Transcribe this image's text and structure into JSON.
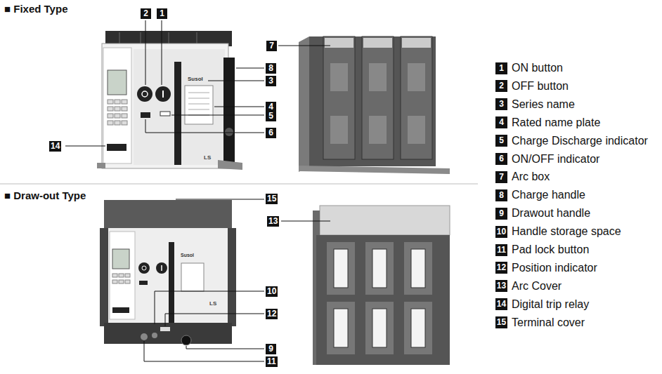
{
  "diagram": {
    "nodes": [
      {
        "text": [
          "2"
        ]
      },
      {
        "text": [
          "1"
        ]
      },
      {
        "text": [
          "7"
        ]
      },
      {
        "text": [
          "8"
        ]
      },
      {
        "text": [
          "3"
        ]
      },
      {
        "text": [
          "4"
        ]
      },
      {
        "text": [
          "5"
        ]
      },
      {
        "text": [
          "6"
        ]
      },
      {
        "text": [
          "14"
        ]
      },
      {
        "text": [
          "15"
        ]
      },
      {
        "text": [
          "13"
        ]
      },
      {
        "text": [
          "10"
        ]
      },
      {
        "text": [
          "12"
        ]
      },
      {
        "text": [
          "9"
        ]
      },
      {
        "text": [
          "11"
        ]
      },
      {
        "text": [
          "1",
          "ON button"
        ]
      },
      {
        "text": [
          "2",
          "OFF button"
        ]
      },
      {
        "text": [
          "3",
          "Series name"
        ]
      },
      {
        "text": [
          "4",
          "Rated name plate"
        ]
      },
      {
        "text": [
          "5",
          "Charge Discharge indicator"
        ]
      },
      {
        "text": [
          "6",
          "ON/OFF indicator"
        ]
      },
      {
        "text": [
          "7",
          "Arc box"
        ]
      },
      {
        "text": [
          "8",
          "Charge handle"
        ]
      },
      {
        "text": [
          "9",
          "Drawout handle"
        ]
      },
      {
        "text": [
          "10",
          "Handle storage space"
        ]
      },
      {
        "text": [
          "11",
          "Pad lock button"
        ]
      },
      {
        "text": [
          "12",
          "Position indicator"
        ]
      },
      {
        "text": [
          "13",
          "Arc Cover"
        ]
      },
      {
        "text": [
          "14",
          "Digital trip relay"
        ]
      },
      {
        "text": [
          "15",
          "Terminal cover"
        ]
      }
    ],
    "labels": [
      "■ Fixed Type",
      "■ Draw-out Type",
      "Susol",
      "LS",
      "Susol",
      "LS"
    ]
  }
}
